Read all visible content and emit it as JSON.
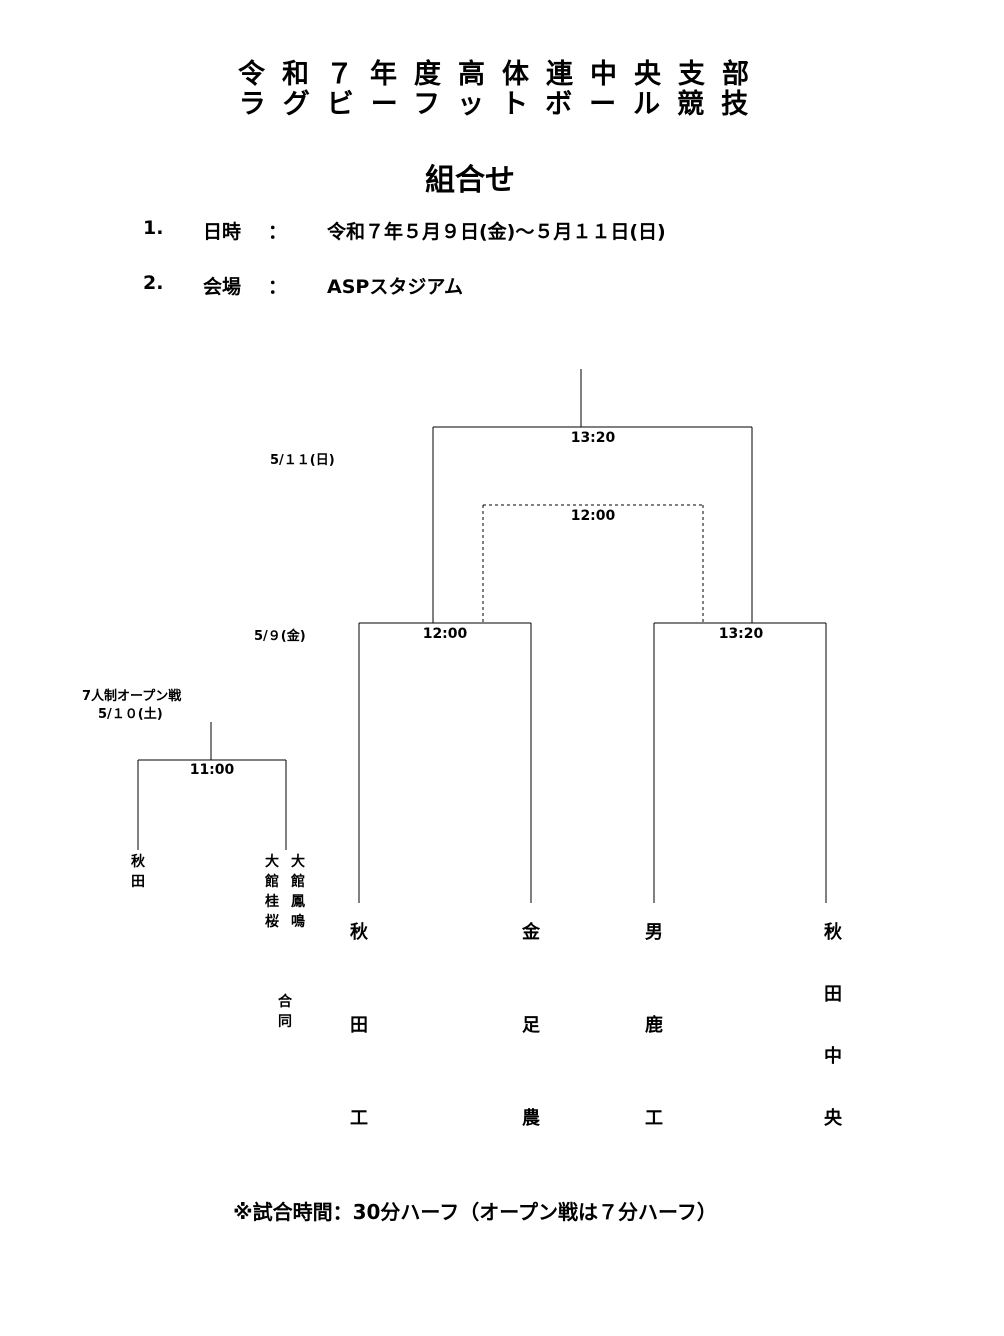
{
  "header": {
    "title_line1": "令和７年度高体連中央支部",
    "title_line2": "ラグビーフットボール競技",
    "subtitle": "組合せ"
  },
  "info": [
    {
      "num": "1.",
      "label": "日時",
      "colon": "：",
      "value": "令和７年５月９日(金)～５月１１日(日)"
    },
    {
      "num": "2.",
      "label": "会場",
      "colon": "：",
      "value": "ASPスタジアム"
    }
  ],
  "dates": {
    "day3": "5/１１(日)",
    "day1": "5/９(金)",
    "open_title": "7人制オープン戦",
    "open_date": "5/１０(土)"
  },
  "times": {
    "final": "13:20",
    "third_place": "12:00",
    "semi_left": "12:00",
    "semi_right": "13:20",
    "open_match": "11:00"
  },
  "teams": {
    "akita_kou": [
      "秋",
      "田",
      "工"
    ],
    "kanaashi_nou": [
      "金",
      "足",
      "農"
    ],
    "oga_kou": [
      "男",
      "鹿",
      "工"
    ],
    "akita_chuo": [
      "秋",
      "田",
      "中",
      "央"
    ]
  },
  "open_teams": {
    "akita": [
      "秋",
      "田"
    ],
    "odate_keiou": [
      "大",
      "館",
      "桂",
      "桜"
    ],
    "odate_houmei": [
      "大",
      "館",
      "鳳",
      "鳴"
    ],
    "goudou": [
      "合",
      "同"
    ]
  },
  "footer": "※試合時間：30分ハーフ（オープン戦は７分ハーフ）"
}
